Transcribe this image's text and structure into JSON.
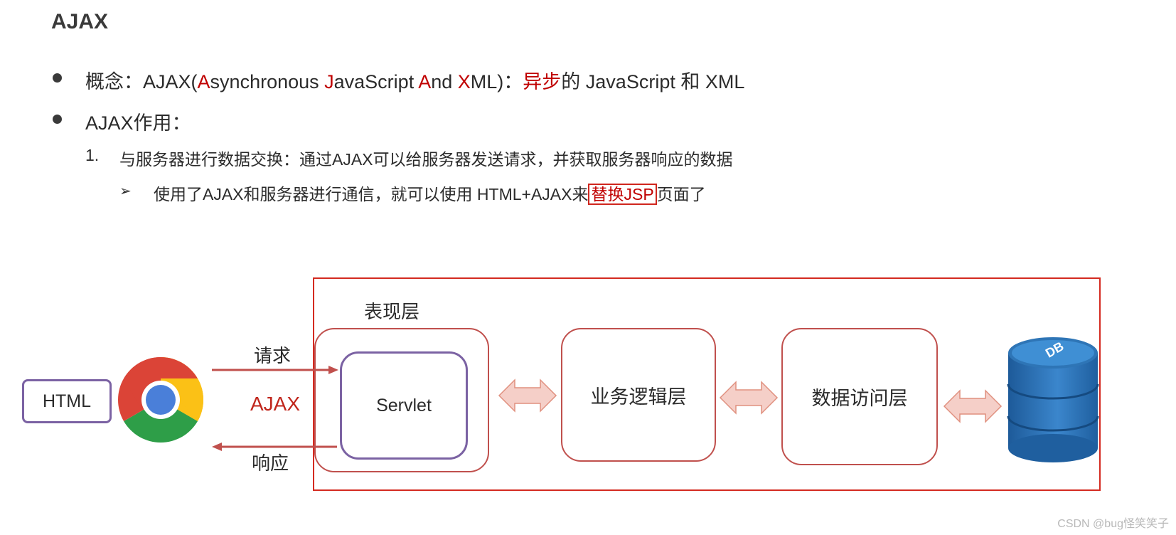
{
  "page": {
    "title": "AJAX"
  },
  "bullets": {
    "concept": {
      "prefix": "概念：AJAX(",
      "A1": "A",
      "seg1": "synchronous ",
      "J": "J",
      "seg2": "avaScript ",
      "A2": "A",
      "seg3": "nd ",
      "X": "X",
      "seg4": "ML)：",
      "async": "异步",
      "suffix": "的 JavaScript 和 XML"
    },
    "role": "AJAX作用："
  },
  "numbered": {
    "num": "1.",
    "text": "与服务器进行数据交换：通过AJAX可以给服务器发送请求，并获取服务器响应的数据"
  },
  "sub": {
    "marker": "➢",
    "before": "使用了AJAX和服务器进行通信，就可以使用 HTML+AJAX来",
    "highlight": "替换JSP",
    "after": "页面了"
  },
  "diagram": {
    "html_label": "HTML",
    "request_label": "请求",
    "ajax_label": "AJAX",
    "response_label": "响应",
    "presentation_layer": "表现层",
    "servlet": "Servlet",
    "business_layer": "业务逻辑层",
    "data_access_layer": "数据访问层",
    "db_label": "DB",
    "icons": [
      "chrome-browser-icon",
      "database-icon",
      "double-arrow-icon"
    ]
  },
  "colors": {
    "accent_red": "#c00000",
    "box_red": "#c0504d",
    "frame_red": "#d42a20",
    "servlet_purple": "#7b62a3",
    "db_blue": "#2e75b6"
  },
  "watermark": "CSDN @bug怪笑笑子"
}
